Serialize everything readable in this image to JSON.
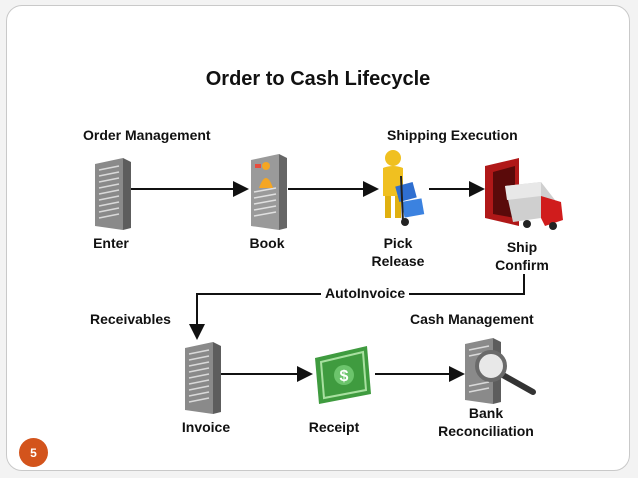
{
  "title": "Order to Cash Lifecycle",
  "section_labels": {
    "order_management": "Order Management",
    "shipping_execution": "Shipping Execution",
    "receivables": "Receivables",
    "cash_management": "Cash Management"
  },
  "steps": {
    "enter": "Enter",
    "book": "Book",
    "pick_release_1": "Pick",
    "pick_release_2": "Release",
    "ship_confirm_1": "Ship",
    "ship_confirm_2": "Confirm",
    "auto_invoice": "AutoInvoice",
    "invoice": "Invoice",
    "receipt": "Receipt",
    "bank_rec_1": "Bank",
    "bank_rec_2": "Reconciliation"
  },
  "icons": [
    "document-icon",
    "form-person-icon",
    "warehouse-worker-icon",
    "truck-dock-icon",
    "document-icon",
    "dollar-bill-icon",
    "magnifier-document-icon"
  ],
  "slide_number": "5",
  "colors": {
    "badge": "#d3541c",
    "arrow": "#111111",
    "truck_red": "#b01818",
    "bill_green": "#3f9b3f",
    "worker_yellow": "#f0c020",
    "box_blue": "#2f6fd0"
  }
}
